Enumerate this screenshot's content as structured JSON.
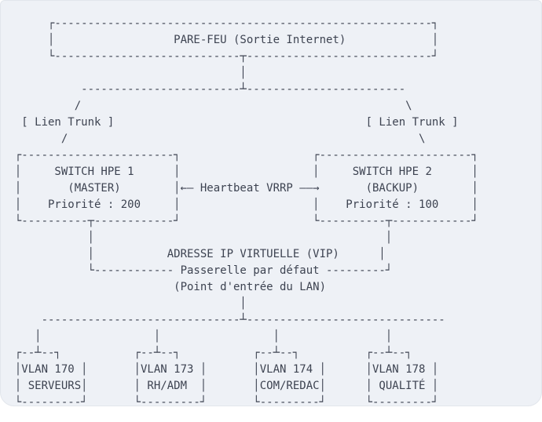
{
  "page": {
    "background": "#ffffff",
    "card_background": "#eef1f6",
    "card_border": "#e2e6ec",
    "text_color": "#3d4351"
  },
  "network": {
    "firewall": {
      "label": "PARE-FEU (Sortie Internet)"
    },
    "trunk_left": "[ Lien Trunk ]",
    "trunk_right": "[ Lien Trunk ]",
    "switch1": {
      "name": "SWITCH HPE 1",
      "role": "(MASTER)",
      "priority": "Priorité : 200"
    },
    "switch2": {
      "name": "SWITCH HPE 2",
      "role": "(BACKUP)",
      "priority": "Priorité : 100"
    },
    "heartbeat": "Heartbeat VRRP",
    "vip": {
      "line1": "ADRESSE IP VIRTUELLE (VIP)",
      "line2": "Passerelle par défaut",
      "line3": "(Point d'entrée du LAN)"
    },
    "vlans": [
      {
        "id": "VLAN 170",
        "name": "SERVEURS"
      },
      {
        "id": "VLAN 173",
        "name": "RH/ADM"
      },
      {
        "id": "VLAN 174",
        "name": "COM/REDAC"
      },
      {
        "id": "VLAN 178",
        "name": "QUALITÉ"
      }
    ]
  },
  "diagram": {
    "ascii": "       ┌---------------------------------------------------------┐\n       │                  PARE-FEU (Sortie Internet)             │\n       └----------------------------┬----------------------------┘\n                                    │\n            ------------------------┴------------------------\n           /                                                 \\\n   [ Lien Trunk ]                                      [ Lien Trunk ]\n         /                                                     \\\n  ┌-----------------------┐                    ┌-----------------------┐\n  │     SWITCH HPE 1      │                    │     SWITCH HPE 2      │\n  │       (MASTER)        │←— Heartbeat VRRP ——→       (BACKUP)        │\n  │    Priorité : 200     │                    │    Priorité : 100     │\n  └----------┬------------┘                    └----------┬------------┘\n             │                                            │\n             │           ADRESSE IP VIRTUELLE (VIP)      │\n             └------------ Passerelle par défaut ---------┘\n                          (Point d'entrée du LAN)\n                                    │\n      ------------------------------┴------------------------------\n     │                 │                 │                │\n  ┌--┴--┐           ┌--┴--┐           ┌--┴--┐          ┌--┴--┐\n  │VLAN 170 │       │VLAN 173 │       │VLAN 174 │      │VLAN 178 │\n  │ SERVEURS│       │ RH/ADM  │       │COM/REDAC│      │ QUALITÉ │\n  └---------┘       └---------┘       └---------┘      └---------┘"
  }
}
